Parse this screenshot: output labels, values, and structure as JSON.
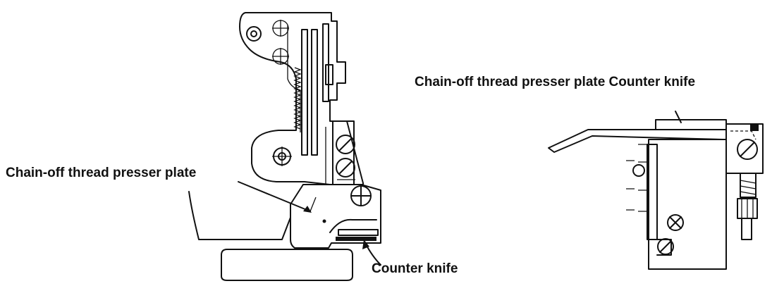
{
  "labels": {
    "left_plate": "Chain-off thread presser plate",
    "left_knife": "Counter knife",
    "right_combined": "Chain-off thread presser plate Counter knife"
  },
  "colors": {
    "line": "#111111",
    "background": "#ffffff"
  }
}
